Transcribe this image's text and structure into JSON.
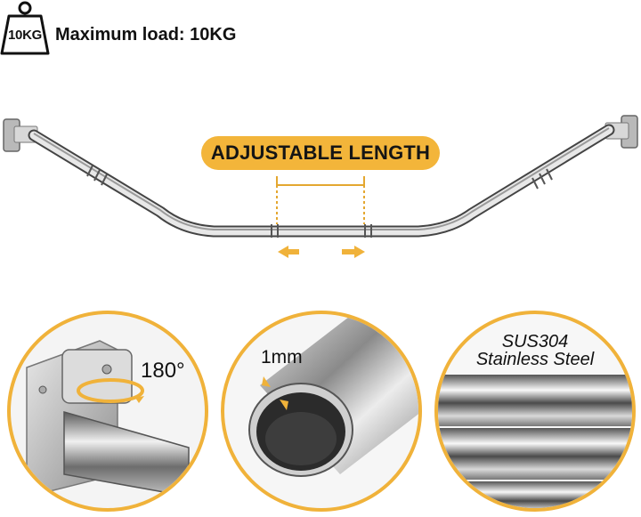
{
  "header": {
    "weight_badge": "10KG",
    "weight_icon": "weight-icon",
    "load_text": "Maximum load: 10KG"
  },
  "adjust": {
    "label": "ADJUSTABLE LENGTH",
    "arrows": [
      "arrow-left-icon",
      "arrow-right-icon"
    ]
  },
  "details": {
    "rotation_label": "180°",
    "thickness_label": "1mm",
    "material_line1": "SUS304",
    "material_line2": "Stainless Steel"
  },
  "colors": {
    "accent": "#f0b23a",
    "text": "#111111"
  }
}
